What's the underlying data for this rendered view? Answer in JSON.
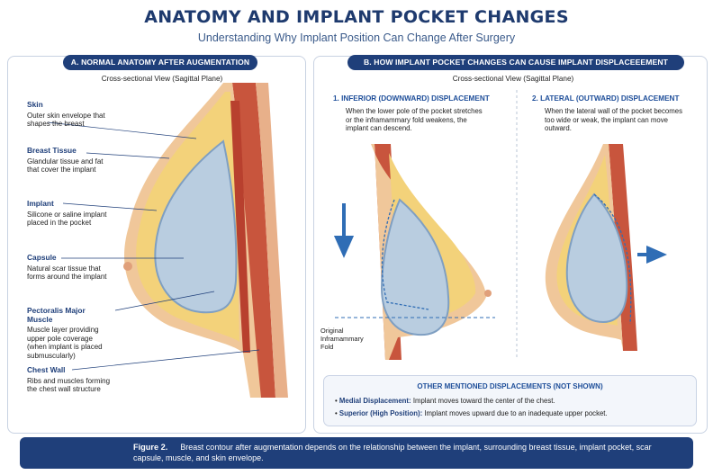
{
  "header": {
    "title": "ANATOMY AND IMPLANT POCKET CHANGES",
    "subtitle": "Understanding Why Implant Position Can Change After Surgery"
  },
  "panel_a": {
    "title": "A. NORMAL ANATOMY AFTER AUGMENTATION",
    "view": "Cross-sectional View (Sagittal Plane)",
    "labels": [
      {
        "name": "Skin",
        "desc": "Outer skin envelope that shapes the breast"
      },
      {
        "name": "Breast Tissue",
        "desc": "Glandular tissue and fat that cover the implant"
      },
      {
        "name": "Implant",
        "desc": "Silicone or saline implant placed in the pocket"
      },
      {
        "name": "Capsule",
        "desc": "Natural scar tissue that forms around the implant"
      },
      {
        "name": "Pectoralis Major Muscle",
        "desc": "Muscle layer providing upper pole coverage (when implant is placed submuscularly)"
      },
      {
        "name": "Chest Wall",
        "desc": "Ribs and muscles forming the chest wall structure"
      }
    ]
  },
  "panel_b": {
    "title": "B. HOW IMPLANT POCKET CHANGES CAN CAUSE IMPLANT DISPLACEEEMENT",
    "view": "Cross-sectional View (Sagittal Plane)",
    "inferior": {
      "title": "1. INFERIOR (DOWNWARD) DISPLACEMENT",
      "text": "When the lower pole of the pocket stretches or the inframammary fold weakens, the implant can descend.",
      "fold_label": "Original Inframammary Fold"
    },
    "lateral": {
      "title": "2. LATERAL (OUTWARD) DISPLACEMENT",
      "text": "When the lateral wall of the pocket becomes too wide or weak, the implant can move outward."
    },
    "other": {
      "title": "OTHER MENTIONED DISPLACEMENTS (NOT SHOWN)",
      "items": [
        {
          "term": "Medial Displacement:",
          "desc": "Implant moves toward the center of the chest."
        },
        {
          "term": "Superior (High Position):",
          "desc": "Implant moves upward due to an inadequate upper pocket."
        }
      ]
    }
  },
  "caption": {
    "label": "Figure 2.",
    "text": "Breast contour after augmentation depends on the relationship between the implant, surrounding breast tissue, implant pocket, scar capsule, muscle, and skin envelope."
  },
  "colors": {
    "navy": "#1f3f7a",
    "skin": "#f0c79a",
    "fat": "#f3d27a",
    "muscle": "#c8553d",
    "implant": "#b9cde0",
    "arrow": "#2f6db5"
  }
}
